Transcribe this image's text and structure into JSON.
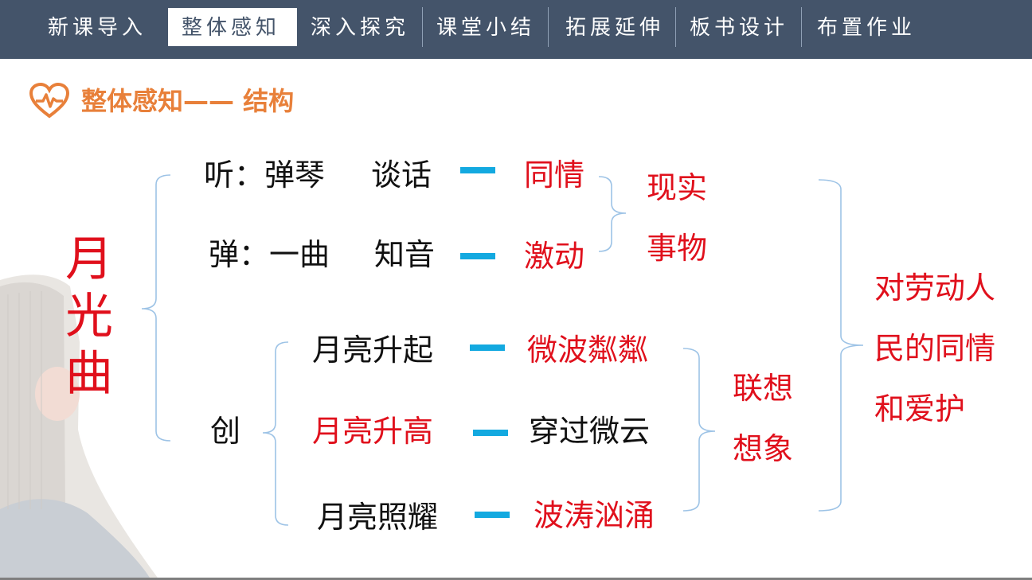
{
  "nav": {
    "tabs": [
      "新课导入",
      "整体感知",
      "深入探究",
      "课堂小结",
      "拓展延伸",
      "板书设计",
      "布置作业"
    ],
    "active_tab": "整体感知"
  },
  "section": {
    "icon": "heart-pulse-icon",
    "title": "整体感知—— 结构"
  },
  "board": {
    "main_title": [
      "月",
      "光",
      "曲"
    ],
    "listen": {
      "label": "听：弹琴",
      "detail": "谈话",
      "result": "同情"
    },
    "play": {
      "label": "弹：一曲",
      "detail": "知音",
      "result": "激动"
    },
    "reality_group": [
      "现实",
      "事物"
    ],
    "create": {
      "label": "创"
    },
    "create_rows": [
      {
        "left": "月亮升起",
        "right": "微波粼粼"
      },
      {
        "left": "月亮升高",
        "right": "穿过微云"
      },
      {
        "left": "月亮照耀",
        "right": "波涛汹涌"
      }
    ],
    "imagination_group": [
      "联想",
      "想象"
    ],
    "conclusion": [
      "对劳动人",
      "民的同情",
      "和爱护"
    ]
  },
  "colors": {
    "nav_bg": "#44546a",
    "accent_orange": "#e8803a",
    "red": "#e0101c",
    "blue_dash": "#13a9e0"
  }
}
